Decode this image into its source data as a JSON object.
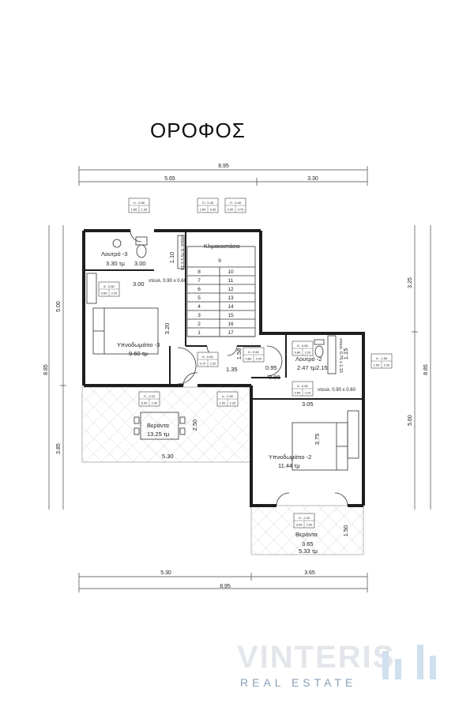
{
  "title": "ΟΡΟΦΟΣ",
  "dimensions": {
    "top_total": "8.95",
    "top_left": "5.65",
    "top_right": "3.30",
    "left_total": "8.85",
    "left_upper": "5.00",
    "left_lower": "3.85",
    "right_total": "8.85",
    "right_upper": "3.25",
    "right_lower": "5.60",
    "bottom_left": "5.30",
    "bottom_right": "3.65",
    "bottom_total": "8.95"
  },
  "rooms": {
    "bath3": {
      "name": "Λουτρό -3",
      "area": "3.30 τμ",
      "dim": "3.00"
    },
    "stair": {
      "name": "Κλιμακοστάσιο",
      "top_step": "9"
    },
    "bed3": {
      "name": "Υπνοδωμάτιο -3",
      "area": "9.60 τμ",
      "width": "3.00",
      "height": "3.20",
      "closet": "ντουλ. 0.90 x 0.60"
    },
    "bath2": {
      "name": "Λουτρό -2",
      "area": "2.47 τμ",
      "width": "2.15",
      "height": "1.15"
    },
    "veranda_left": {
      "name": "Βεράντα",
      "area": "13.25 τμ",
      "width": "5.30",
      "height": "2.50"
    },
    "bed2": {
      "name": "Υπνοδωμάτιο -2",
      "area": "11.44 τμ",
      "width": "3.05",
      "height": "3.75",
      "closet": "ντουλ. 0.90 x 0.60"
    },
    "veranda_right": {
      "name": "Βεράντα",
      "area": "5.33 τμ",
      "width": "3.65",
      "height": "1.50"
    }
  },
  "misc_dims": {
    "d110": "1.10",
    "d158": "1.58",
    "d135": "1.35",
    "d095": "0.95",
    "d080": "0.80",
    "closet_top": "ντουλ. 0.75 x 1.10",
    "closet_bath2": "ντουλ. 0.75 x 1.15"
  },
  "stair_steps_left": [
    "8",
    "7",
    "6",
    "5",
    "4",
    "3",
    "2",
    "1"
  ],
  "stair_steps_right": [
    "10",
    "11",
    "12",
    "13",
    "14",
    "15",
    "16",
    "17"
  ],
  "tags": [
    {
      "head": "π - 0.60",
      "v1": "1.60",
      "v2": "1.30"
    },
    {
      "head": "Π - 0.40",
      "v1": "1.60",
      "v2": "4.30"
    },
    {
      "head": "Π - 0.40",
      "v1": "2.00",
      "v2": "4.70"
    },
    {
      "head": "θ - 0.60",
      "v1": "0.60",
      "v2": "2.20"
    },
    {
      "head": "θ - 0.60",
      "v1": "0.70",
      "v2": "2.20"
    },
    {
      "head": "θ - 0.60",
      "v1": "0.80",
      "v2": "2.20"
    },
    {
      "head": "θ - 0.60",
      "v1": "0.80",
      "v2": "2.20"
    },
    {
      "head": "θ - 0.60",
      "v1": "0.80",
      "v2": "2.20"
    },
    {
      "head": "π - 0.90",
      "v1": "1.00",
      "v2": "2.20"
    },
    {
      "head": "Π - 2.20",
      "v1": "6.00",
      "v2": "2.30"
    },
    {
      "head": "π - 1.50",
      "v1": "1.00",
      "v2": "2.20"
    },
    {
      "head": "Π - 2.20",
      "v1": "3.00",
      "v2": "2.30"
    }
  ],
  "watermark": {
    "brand": "VINTERIS",
    "sub": "REAL ESTATE"
  },
  "colors": {
    "wall": "#1e1e1e",
    "dim_line": "#333333",
    "hatch": "#b8b8b8",
    "watermark": "#cfe0ef"
  }
}
